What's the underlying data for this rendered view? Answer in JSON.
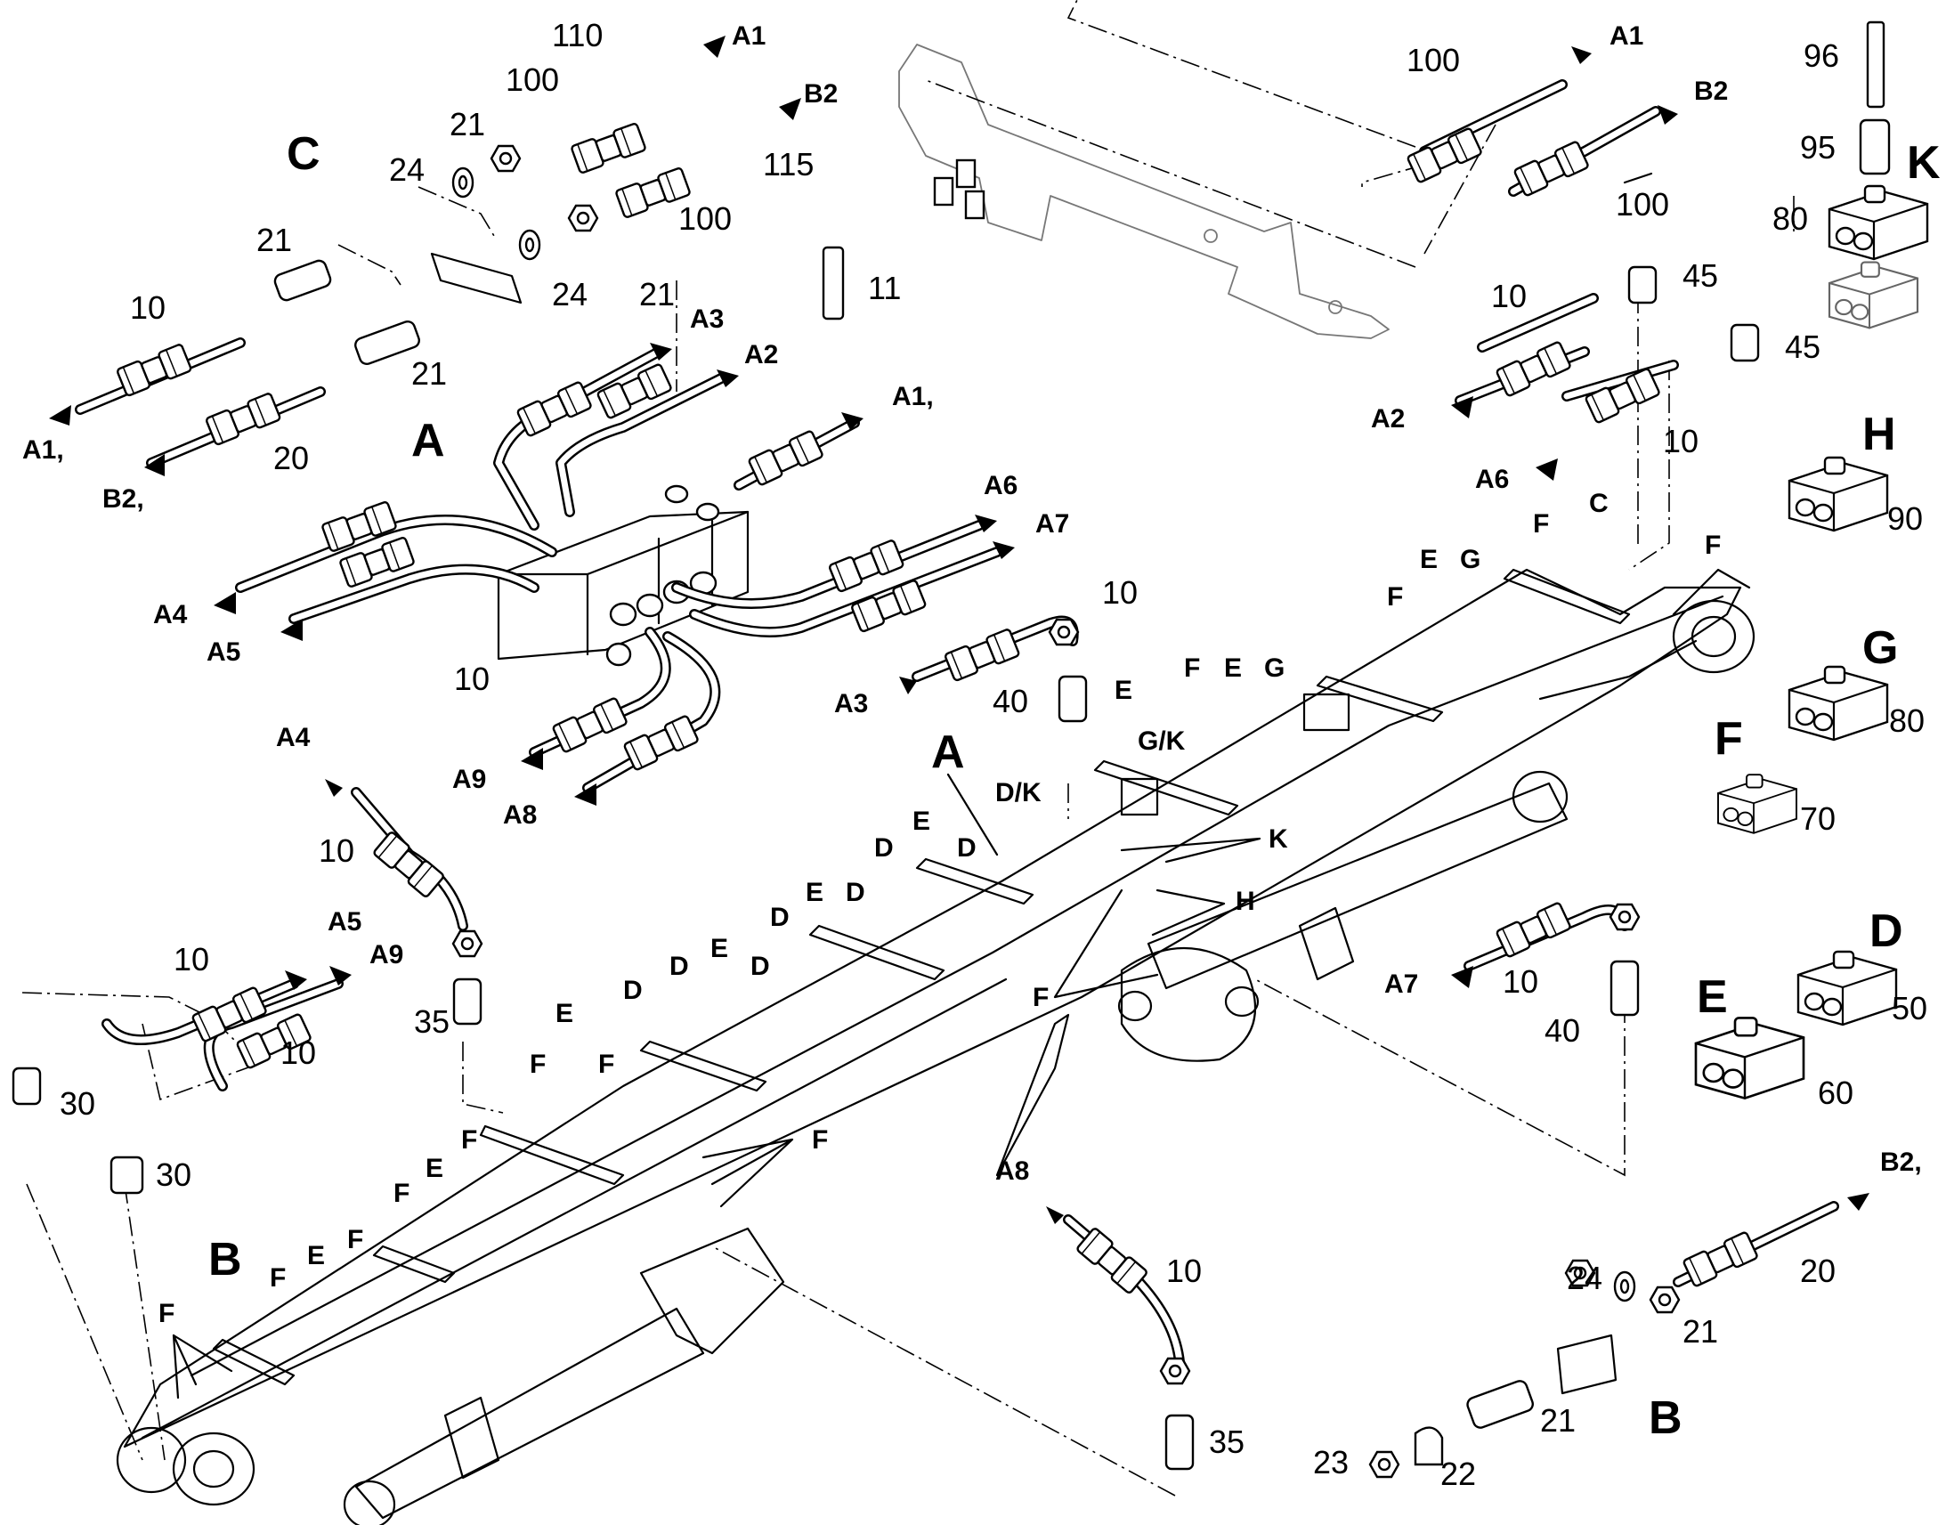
{
  "sections": {
    "a": "A",
    "b": "B",
    "c": "C",
    "d": "D",
    "e": "E",
    "f": "F",
    "g": "G",
    "h": "H",
    "k": "K"
  },
  "parts": {
    "p10": "10",
    "p11": "11",
    "p20": "20",
    "p21": "21",
    "p22": "22",
    "p23": "23",
    "p24": "24",
    "p30": "30",
    "p35": "35",
    "p40": "40",
    "p45": "45",
    "p50": "50",
    "p60": "60",
    "p70": "70",
    "p80": "80",
    "p90": "90",
    "p95": "95",
    "p96": "96",
    "p100": "100",
    "p110": "110",
    "p115": "115"
  },
  "connections": {
    "a1": "A1",
    "a1c": "A1,",
    "a2": "A2",
    "a3": "A3",
    "a4": "A4",
    "a5": "A5",
    "a6": "A6",
    "a7": "A7",
    "a8": "A8",
    "a9": "A9",
    "b2": "B2",
    "b2c": "B2,"
  },
  "clamp_refs": {
    "dk": "D/K",
    "gk": "G/K"
  }
}
